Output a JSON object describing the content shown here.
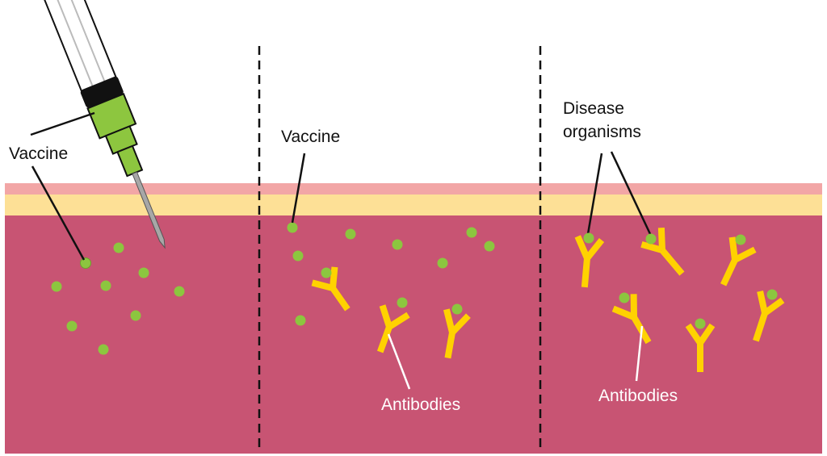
{
  "labels": {
    "vaccine_left": "Vaccine",
    "vaccine_middle": "Vaccine",
    "disease_line1": "Disease",
    "disease_line2": "organisms",
    "antibodies_middle": "Antibodies",
    "antibodies_right": "Antibodies"
  },
  "colors": {
    "tissue": "#c85473",
    "skin_outer": "#f2a6a6",
    "skin_inner": "#fde096",
    "particle": "#8cc63f",
    "antibody": "#ffd200",
    "plunger": "#111111",
    "syringe_green": "#8dc63f",
    "needle": "#a7a7a7"
  }
}
